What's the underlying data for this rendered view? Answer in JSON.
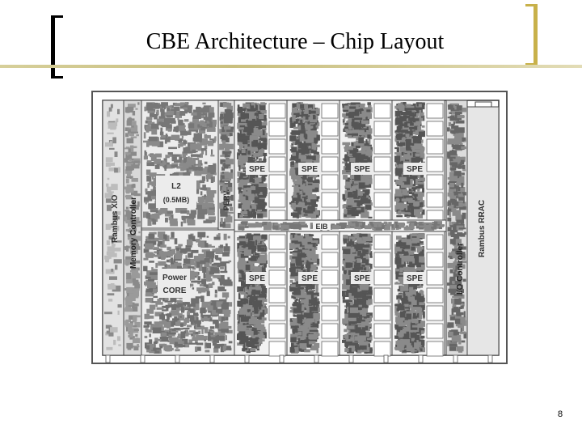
{
  "slide": {
    "title": "CBE Architecture – Chip Layout",
    "page_number": "8"
  },
  "diagram": {
    "blocks": {
      "rambus_xio": "Rambus XIO",
      "memory_controller": "Memory Controller",
      "l2_title": "L2",
      "l2_size": "(0.5MB)",
      "power_line1": "Power",
      "power_line2": "CORE",
      "perv": "PERV.",
      "eib": "EIB",
      "io_controller": "I/O Controller",
      "rambus_rrac": "Rambus RRAC"
    },
    "spe_top": [
      "SPE",
      "SPE",
      "SPE",
      "SPE"
    ],
    "spe_bottom": [
      "SPE",
      "SPE",
      "SPE",
      "SPE"
    ]
  }
}
